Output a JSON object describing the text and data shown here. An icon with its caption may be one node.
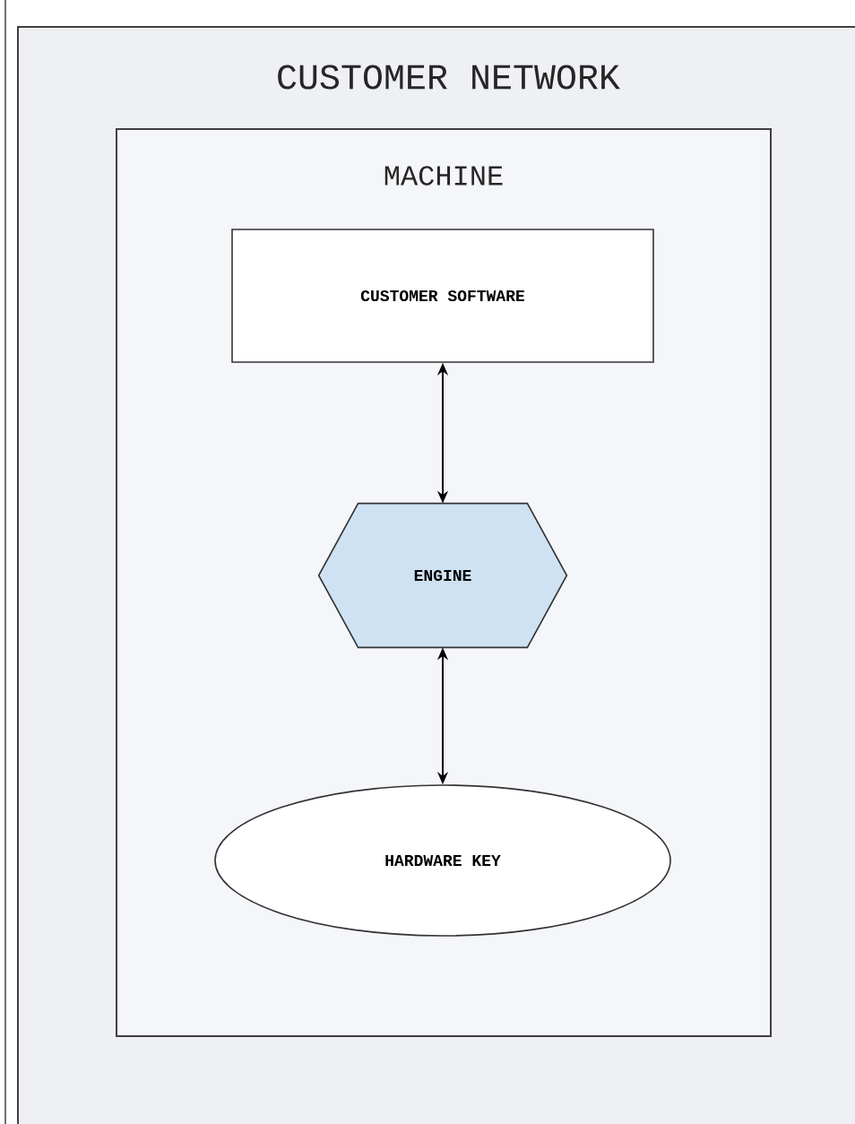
{
  "diagram": {
    "nodes": [
      {
        "text": [
          "CUSTOMER NETWORK"
        ]
      },
      {
        "text": [
          "MACHINE"
        ],
        "in": 0
      },
      {
        "text": [
          "CUSTOMER SOFTWARE"
        ],
        "in": 1
      },
      {
        "text": [
          "ENGINE"
        ],
        "in": 1
      },
      {
        "text": [
          "HARDWARE KEY"
        ],
        "in": 1
      }
    ],
    "edges": [
      {
        "from": 2,
        "to": 3,
        "arrow": "both"
      },
      {
        "from": 3,
        "to": 4,
        "arrow": "both"
      }
    ]
  }
}
